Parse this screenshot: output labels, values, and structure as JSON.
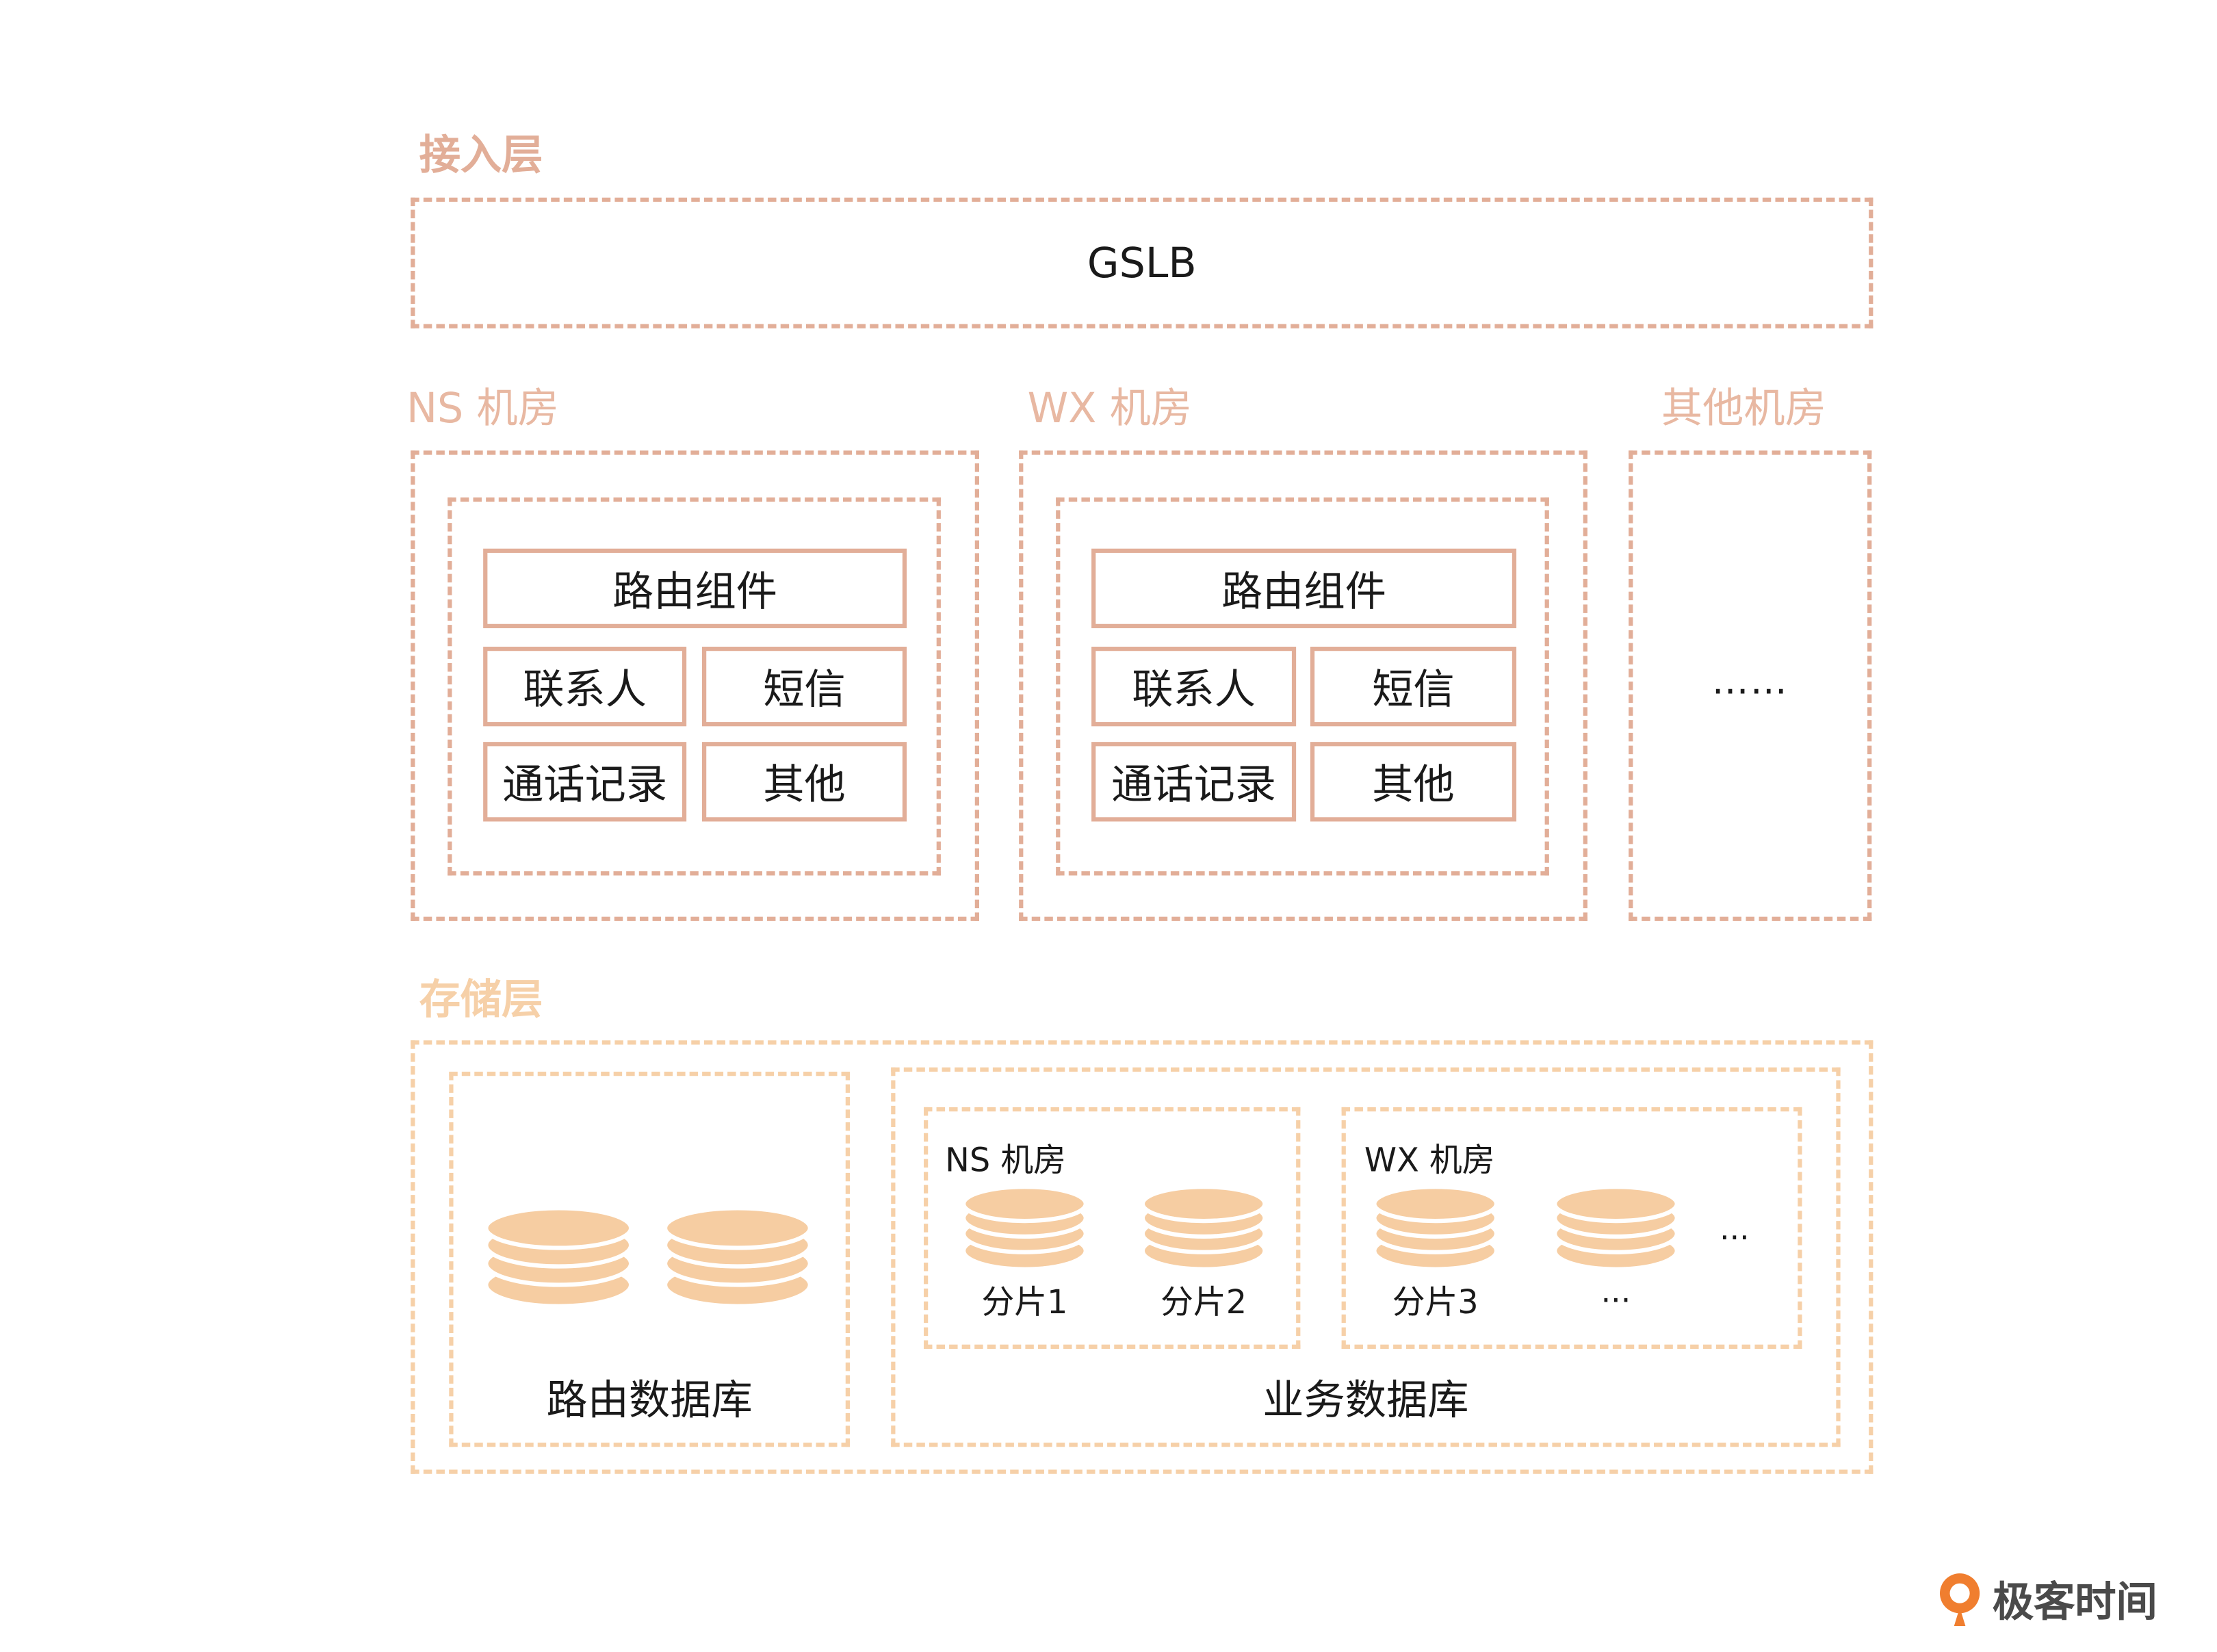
{
  "access_layer": {
    "title": "接入层",
    "gslb": "GSLB"
  },
  "rooms": [
    {
      "title": "NS 机房",
      "components": {
        "router": "路由组件",
        "contacts": "联系人",
        "sms": "短信",
        "call_log": "通话记录",
        "other": "其他"
      }
    },
    {
      "title": "WX 机房",
      "components": {
        "router": "路由组件",
        "contacts": "联系人",
        "sms": "短信",
        "call_log": "通话记录",
        "other": "其他"
      }
    },
    {
      "title": "其他机房",
      "ellipsis": "……"
    }
  ],
  "storage_layer": {
    "title": "存储层",
    "route_db": {
      "label": "路由数据库"
    },
    "business_db": {
      "label": "业务数据库",
      "ns_room": {
        "title": "NS 机房",
        "shard1": "分片1",
        "shard2": "分片2"
      },
      "wx_room": {
        "title": "WX 机房",
        "shard3": "分片3",
        "more_label": "...",
        "more_side": "..."
      }
    }
  },
  "brand": {
    "name": "极客时间"
  },
  "colors": {
    "access_stroke": "#e2ae98",
    "storage_stroke": "#f6d0a8",
    "db_fill": "#f6cda2",
    "brand_orange": "#f07e2f"
  }
}
